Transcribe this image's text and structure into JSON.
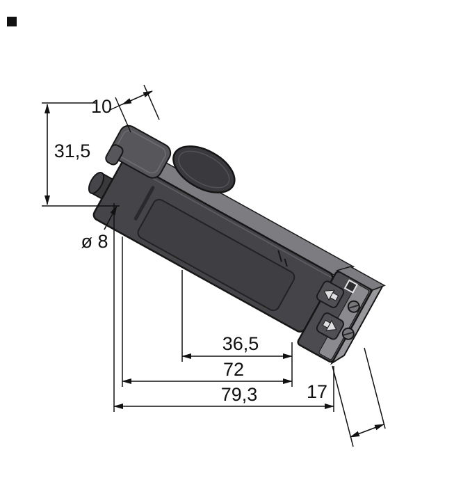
{
  "drawing": {
    "dimensions": {
      "top_width": {
        "label": "10"
      },
      "height": {
        "label": "31,5"
      },
      "connector_diameter": {
        "label": "ø 8"
      },
      "front_offset": {
        "label": "36,5"
      },
      "body_length": {
        "label": "72"
      },
      "total_length": {
        "label": "79,3"
      },
      "end_depth": {
        "label": "17"
      }
    },
    "colors": {
      "line": "#111111",
      "body": "#454549",
      "body_top": "#7d7d81",
      "end_cap": "#4c4c50",
      "end_face": "#98989c",
      "cover": "#3a3a3e",
      "recess": "#3f3f43",
      "background": "#ffffff"
    }
  }
}
